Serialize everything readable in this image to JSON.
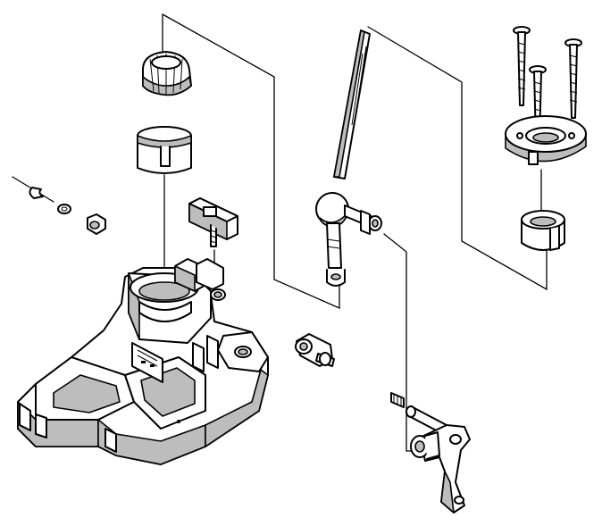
{
  "diagram": {
    "type": "exploded-assembly-view",
    "colors": {
      "line": "#000000",
      "shade": "#bdbdbd",
      "background": "#ffffff"
    },
    "components": [
      "housing",
      "ball-cup",
      "bushing",
      "switch",
      "gear-lever",
      "mounting-plate",
      "plate-bushing",
      "screws",
      "pivot-pin",
      "clip",
      "washer",
      "nut",
      "sleeve-bushing",
      "spring",
      "selector-arm"
    ]
  }
}
